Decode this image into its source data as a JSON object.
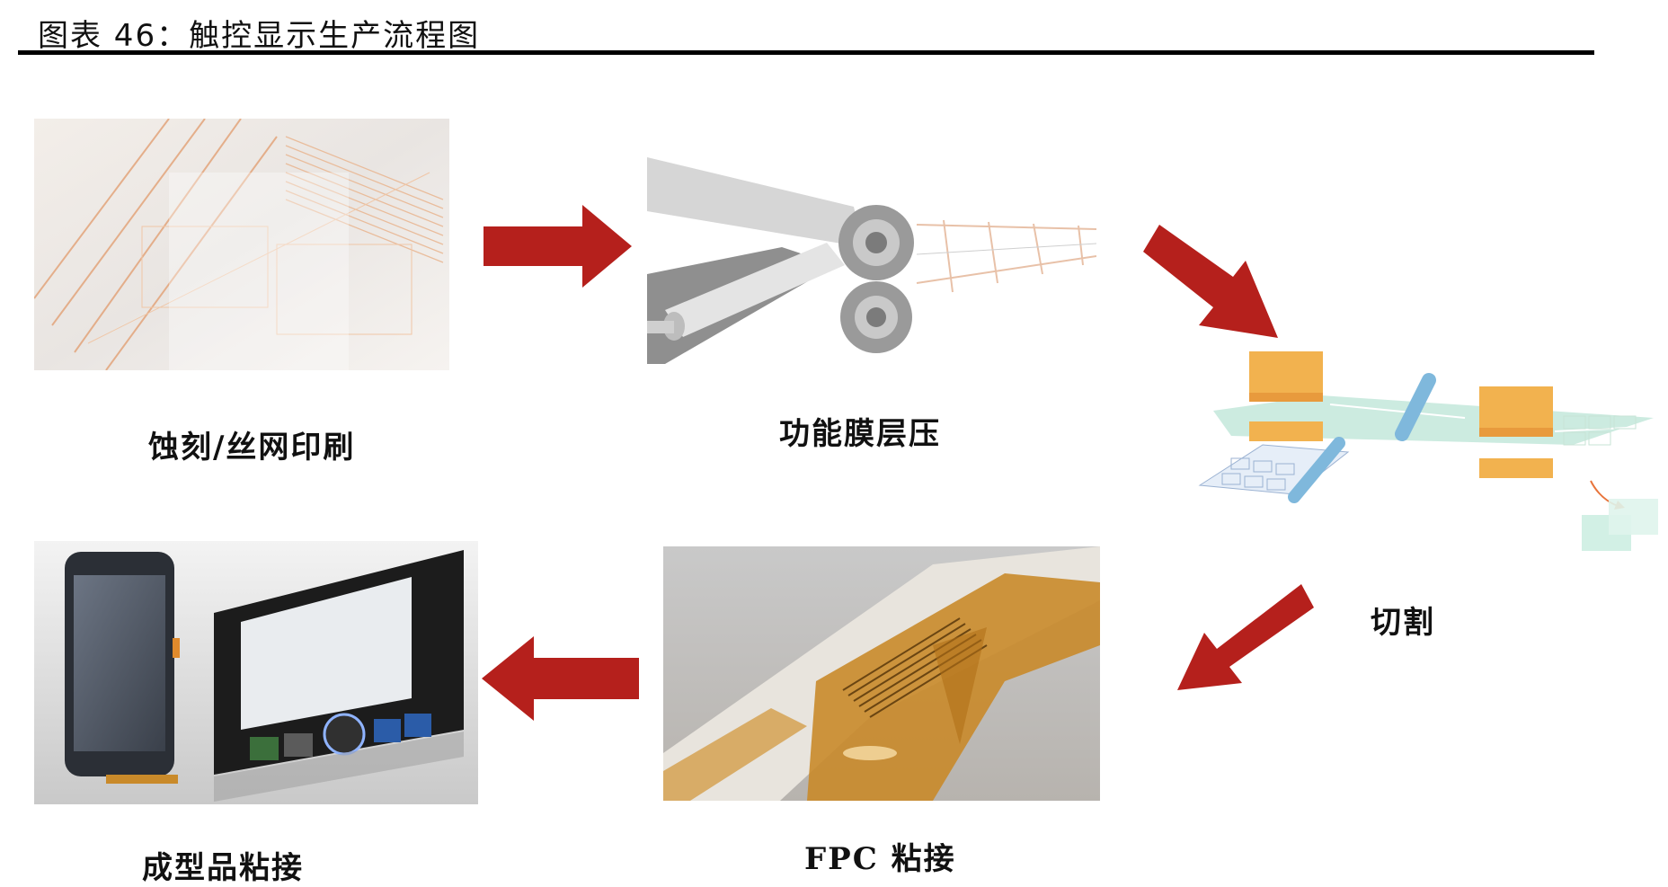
{
  "header": {
    "title": "图表 46：触控显示生产流程图"
  },
  "steps": [
    {
      "label": "蚀刻/丝网印刷"
    },
    {
      "label": "功能膜层压"
    },
    {
      "label": "切割"
    },
    {
      "label": "FPC 粘接"
    },
    {
      "label": "成型品粘接"
    }
  ],
  "colors": {
    "arrow": "#b5201c",
    "copper": "#d98b3a",
    "cutter": "#f2b24f",
    "film": "#bfe6d8",
    "roller": "#7fb8dc"
  }
}
